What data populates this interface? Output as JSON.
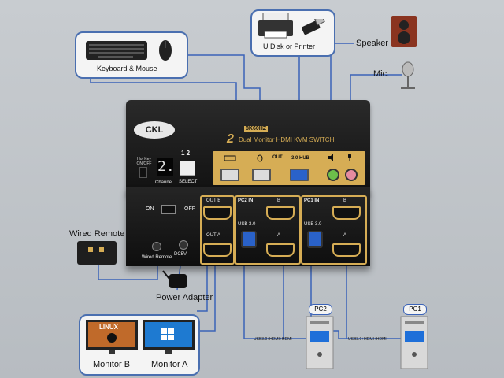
{
  "labels": {
    "keyboard_mouse": "Keyboard & Mouse",
    "u_disk_printer": "U Disk or Printer",
    "speaker": "Speaker",
    "mic": "Mic.",
    "wired_remote": "Wired Remote",
    "power_adapter": "Power Adapter",
    "monitor_b": "Monitor B",
    "monitor_a": "Monitor A",
    "pc2": "PC2",
    "pc1": "PC1",
    "cable_pc2": "USB3.0+HDMI+HDMI",
    "cable_pc1": "USB3.0+HDMI+HDMI"
  },
  "device": {
    "brand": "CKL",
    "spec": "8K60HZ",
    "title_digit": "2",
    "title": "Dual Monitor HDMI KVM SWITCH",
    "hotkey": "Hot Key ON/OFF",
    "channel_display": "2.",
    "channel_label": "Channel",
    "select_numbers": "1 2",
    "select_label": "SELECT",
    "out_label": "OUT",
    "usb_hub_label": "3.0 HUB",
    "power_on": "ON",
    "power_off": "OFF",
    "out_b": "OUT B",
    "out_a": "OUT A",
    "pc2_in": "PC2 IN",
    "pc1_in": "PC1 IN",
    "usb30_left": "USB 3.0",
    "usb30_right": "USB 3.0",
    "port_b_left": "B",
    "port_a_left": "A",
    "port_b_right": "B",
    "port_a_right": "A",
    "wired_remote_port": "Wired Remote",
    "dc5v": "DC5V",
    "linux_screen": "LINUX"
  }
}
